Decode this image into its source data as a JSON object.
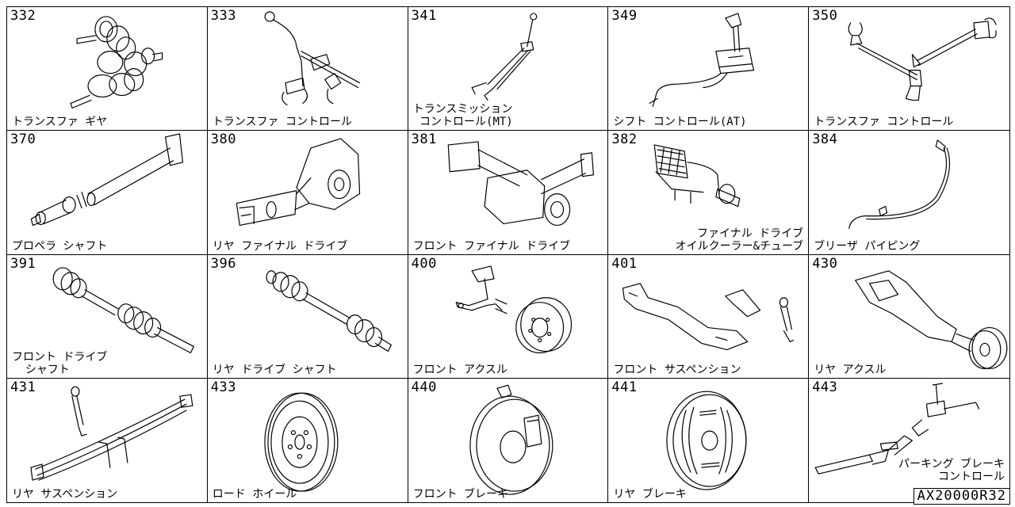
{
  "cells": [
    {
      "num": "332",
      "label": "トランスファ ギヤ",
      "icon": "gear-assembly"
    },
    {
      "num": "333",
      "label": "トランスファ コントロール",
      "icon": "shift-rod-fork"
    },
    {
      "num": "341",
      "label": "トランスミッション\n コントロール(MT)",
      "icon": "manual-shift-linkage"
    },
    {
      "num": "349",
      "label": "シフト コントロール(AT)",
      "icon": "automatic-shift-lever"
    },
    {
      "num": "350",
      "label": "トランスファ コントロール",
      "icon": "shift-rods"
    },
    {
      "num": "370",
      "label": "プロペラ シャフト",
      "icon": "propeller-shaft"
    },
    {
      "num": "380",
      "label": "リヤ ファイナル ドライブ",
      "icon": "rear-differential"
    },
    {
      "num": "381",
      "label": "フロント ファイナル ドライブ",
      "icon": "front-differential"
    },
    {
      "num": "382",
      "label": "ファイナル ドライブ\nオイルクーラー&チューブ",
      "icon": "oil-cooler"
    },
    {
      "num": "384",
      "label": "ブリーザ パイピング",
      "icon": "breather-pipe"
    },
    {
      "num": "391",
      "label": "フロント ドライブ\n  シャフト",
      "icon": "front-drive-shaft"
    },
    {
      "num": "396",
      "label": "リヤ ドライブ シャフト",
      "icon": "rear-drive-shaft"
    },
    {
      "num": "400",
      "label": "フロント アクスル",
      "icon": "front-axle"
    },
    {
      "num": "401",
      "label": "フロント サスペンション",
      "icon": "front-suspension"
    },
    {
      "num": "430",
      "label": "リヤ アクスル",
      "icon": "rear-axle"
    },
    {
      "num": "431",
      "label": "リヤ サスペンション",
      "icon": "leaf-spring"
    },
    {
      "num": "433",
      "label": "ロード ホイール",
      "icon": "road-wheel"
    },
    {
      "num": "440",
      "label": "フロント ブレーキ",
      "icon": "disc-brake"
    },
    {
      "num": "441",
      "label": "リヤ ブレーキ",
      "icon": "drum-brake"
    },
    {
      "num": "443",
      "label": "パーキング ブレーキ\n    コントロール",
      "icon": "parking-brake-lever"
    }
  ],
  "code": "AX20000R32"
}
